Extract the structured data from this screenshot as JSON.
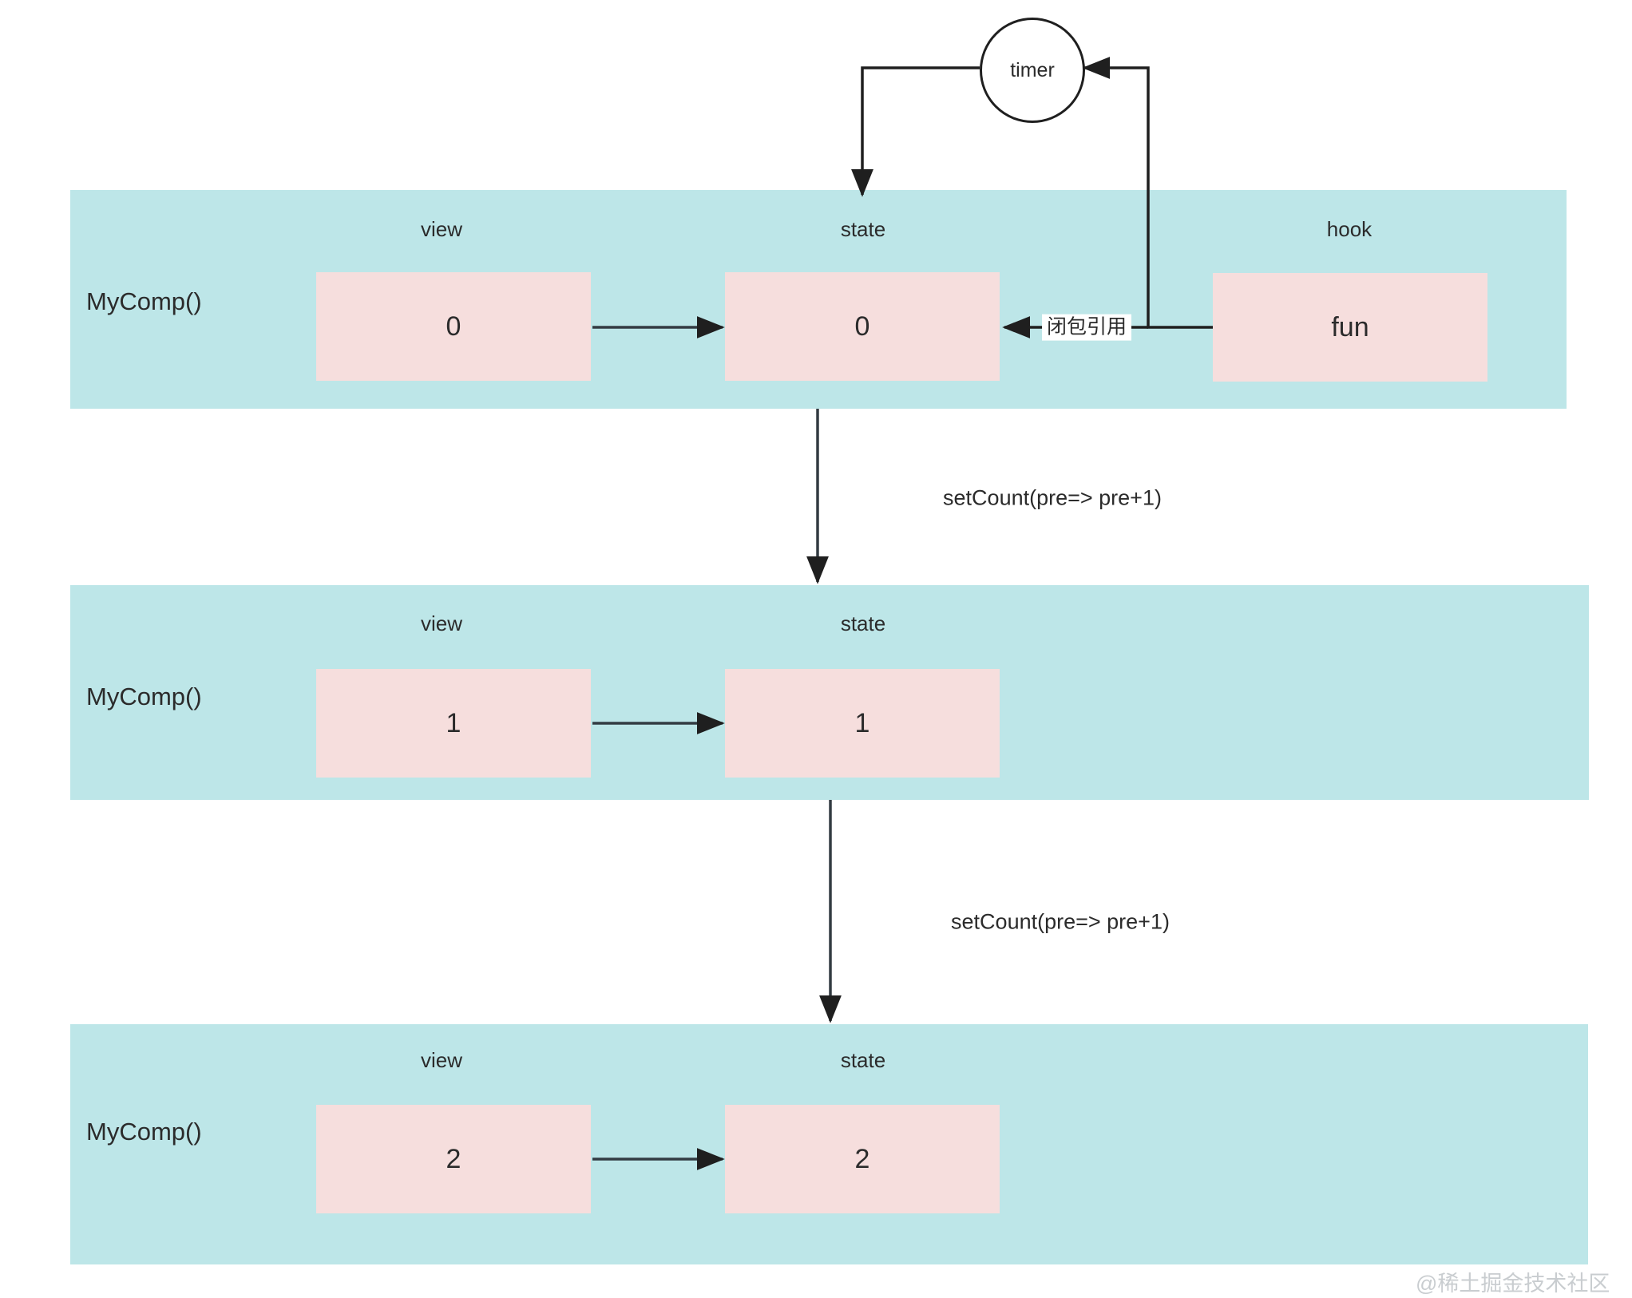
{
  "diagram": {
    "title": "React useState closure / timer state update flow",
    "colors": {
      "band": "#bde6e8",
      "box": "#f6dedd",
      "stroke": "#1f1f1f",
      "text": "#2b2b2b",
      "watermark": "#c9cdd0",
      "page": "#ffffff"
    },
    "timer": {
      "label": "timer"
    },
    "bands": [
      {
        "component_label": "MyComp()",
        "columns": [
          {
            "header": "view",
            "value": "0"
          },
          {
            "header": "state",
            "value": "0"
          },
          {
            "header": "hook",
            "value": "fun"
          }
        ]
      },
      {
        "component_label": "MyComp()",
        "columns": [
          {
            "header": "view",
            "value": "1"
          },
          {
            "header": "state",
            "value": "1"
          }
        ]
      },
      {
        "component_label": "MyComp()",
        "columns": [
          {
            "header": "view",
            "value": "2"
          },
          {
            "header": "state",
            "value": "2"
          }
        ]
      }
    ],
    "edge_labels": {
      "closure_reference": "闭包引用",
      "set_count_1": "setCount(pre=> pre+1)",
      "set_count_2": "setCount(pre=> pre+1)"
    },
    "watermark": "@稀土掘金技术社区"
  }
}
